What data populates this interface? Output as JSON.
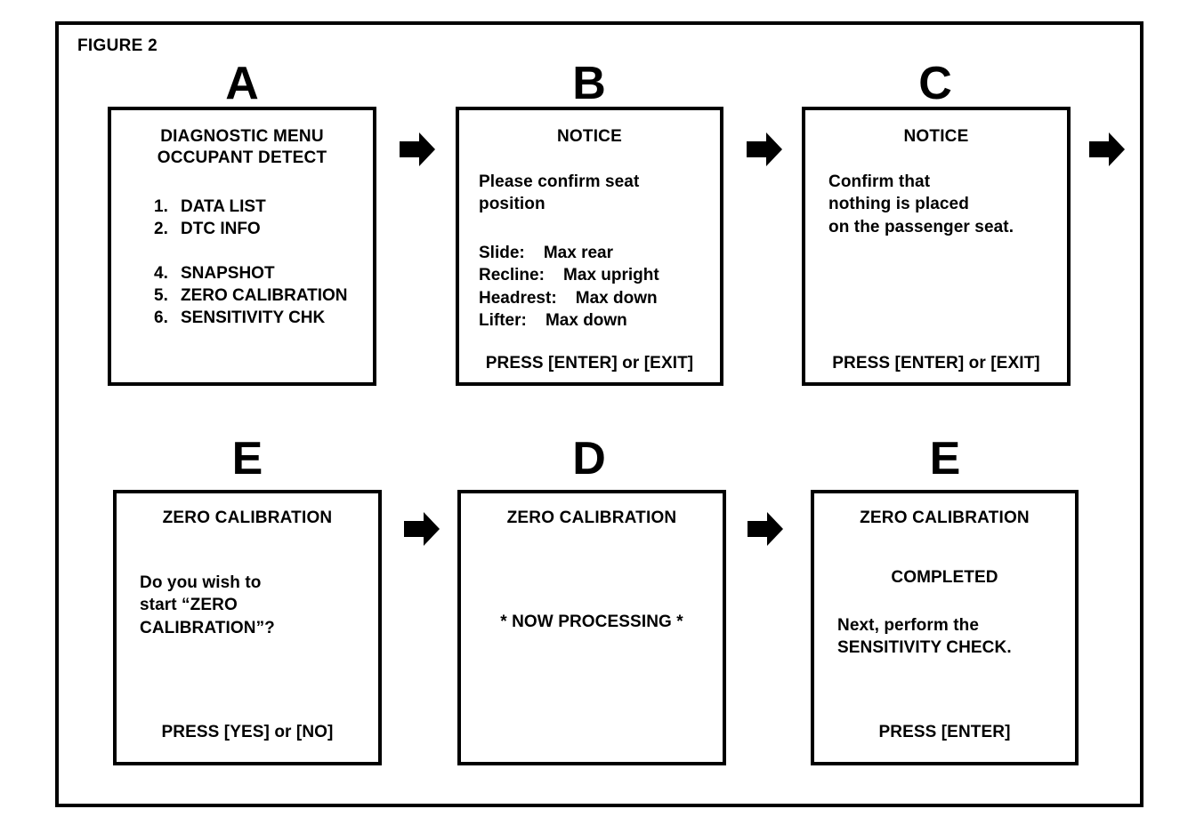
{
  "figure": {
    "label": "FIGURE 2"
  },
  "colors": {
    "ink": "#000000",
    "background": "#ffffff"
  },
  "steps": [
    {
      "letter": "A"
    },
    {
      "letter": "B"
    },
    {
      "letter": "C"
    },
    {
      "letter": "E"
    },
    {
      "letter": "D"
    },
    {
      "letter": "E"
    }
  ],
  "panels": {
    "a": {
      "title_line1": "DIAGNOSTIC MENU",
      "title_line2": "OCCUPANT DETECT",
      "menu": [
        {
          "number": "1.",
          "label": "DATA LIST"
        },
        {
          "number": "2.",
          "label": "DTC INFO"
        },
        {
          "number": "4.",
          "label": "SNAPSHOT"
        },
        {
          "number": "5.",
          "label": "ZERO CALIBRATION"
        },
        {
          "number": "6.",
          "label": "SENSITIVITY CHK"
        }
      ]
    },
    "b": {
      "title": "NOTICE",
      "body": "Please confirm seat\nposition",
      "settings": [
        {
          "name": "Slide:",
          "value": "Max rear"
        },
        {
          "name": "Recline:",
          "value": "Max upright"
        },
        {
          "name": "Headrest:",
          "value": "Max down"
        },
        {
          "name": "Lifter:",
          "value": "Max down"
        }
      ],
      "footer": "PRESS [ENTER] or [EXIT]"
    },
    "c": {
      "title": "NOTICE",
      "body": "Confirm that\nnothing is placed\non the passenger seat.",
      "footer": "PRESS [ENTER] or [EXIT]"
    },
    "e1": {
      "title": "ZERO CALIBRATION",
      "body": "Do you wish to\nstart “ZERO\nCALIBRATION”?",
      "footer": "PRESS [YES] or [NO]"
    },
    "d": {
      "title": "ZERO CALIBRATION",
      "body": "* NOW PROCESSING *"
    },
    "e2": {
      "title": "ZERO CALIBRATION",
      "status": "COMPLETED",
      "body": "Next, perform the\nSENSITIVITY CHECK.",
      "footer": "PRESS [ENTER]"
    }
  }
}
